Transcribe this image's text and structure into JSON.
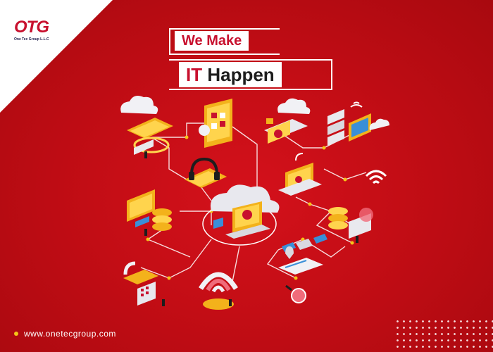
{
  "brand": {
    "logo_text": "OTG",
    "logo_subtitle": "One Tec Group L.L.C"
  },
  "headline": {
    "line1": "We Make",
    "line2_accent": "IT",
    "line2_rest": " Happen"
  },
  "footer": {
    "url": "www.onetecgroup.com"
  },
  "colors": {
    "background": "#c30d15",
    "accent": "#c8102e",
    "highlight": "#f5c518",
    "text_dark": "#1d1d1d"
  },
  "illustrations": [
    "cloud-phone-icon",
    "mobile-app-icon",
    "cloud-analytics-icon",
    "server-monitor-icon",
    "headphones-support-icon",
    "laptop-cloud-icon",
    "monitor-chart-icon",
    "database-report-icon",
    "cloud-laptop-hub-icon",
    "satellite-icon",
    "map-location-icon",
    "payment-terminal-icon",
    "wifi-signal-icon",
    "magnifier-icon"
  ]
}
